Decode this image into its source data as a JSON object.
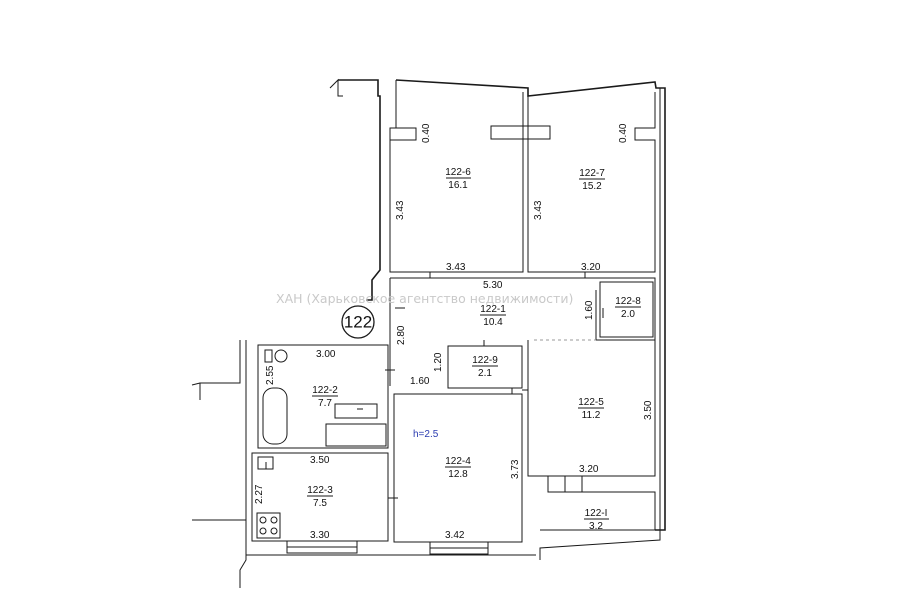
{
  "marker": "122",
  "watermark": "ХАН (Харьковское агентство недвижимости)",
  "height_note": "h=2.5",
  "rooms": {
    "r6": {
      "id": "122-6",
      "area": "16.1"
    },
    "r7": {
      "id": "122-7",
      "area": "15.2"
    },
    "r8": {
      "id": "122-8",
      "area": "2.0"
    },
    "r1": {
      "id": "122-1",
      "area": "10.4"
    },
    "r9": {
      "id": "122-9",
      "area": "2.1"
    },
    "r2": {
      "id": "122-2",
      "area": "7.7"
    },
    "r5": {
      "id": "122-5",
      "area": "11.2"
    },
    "r4": {
      "id": "122-4",
      "area": "12.8"
    },
    "r3": {
      "id": "122-3",
      "area": "7.5"
    },
    "rI": {
      "id": "122-I",
      "area": "3.2"
    }
  },
  "dims": {
    "r6_top": "0.40",
    "r6_left": "3.43",
    "r6_bottom": "3.43",
    "r7_top": "0.40",
    "r7_left": "3.43",
    "r7_bottom": "3.20",
    "corridor_width": "5.30",
    "corridor_height": "2.80",
    "r8_side": "1.60",
    "r2_top": "3.00",
    "r2_side": "2.55",
    "hall_side": "1.20",
    "hall_bottom": "1.60",
    "r5_side": "3.50",
    "r5_bottom": "3.20",
    "r4_side": "3.73",
    "r4_bottom": "3.42",
    "r3_top": "3.50",
    "r3_side": "2.27",
    "r3_bottom": "3.30"
  }
}
